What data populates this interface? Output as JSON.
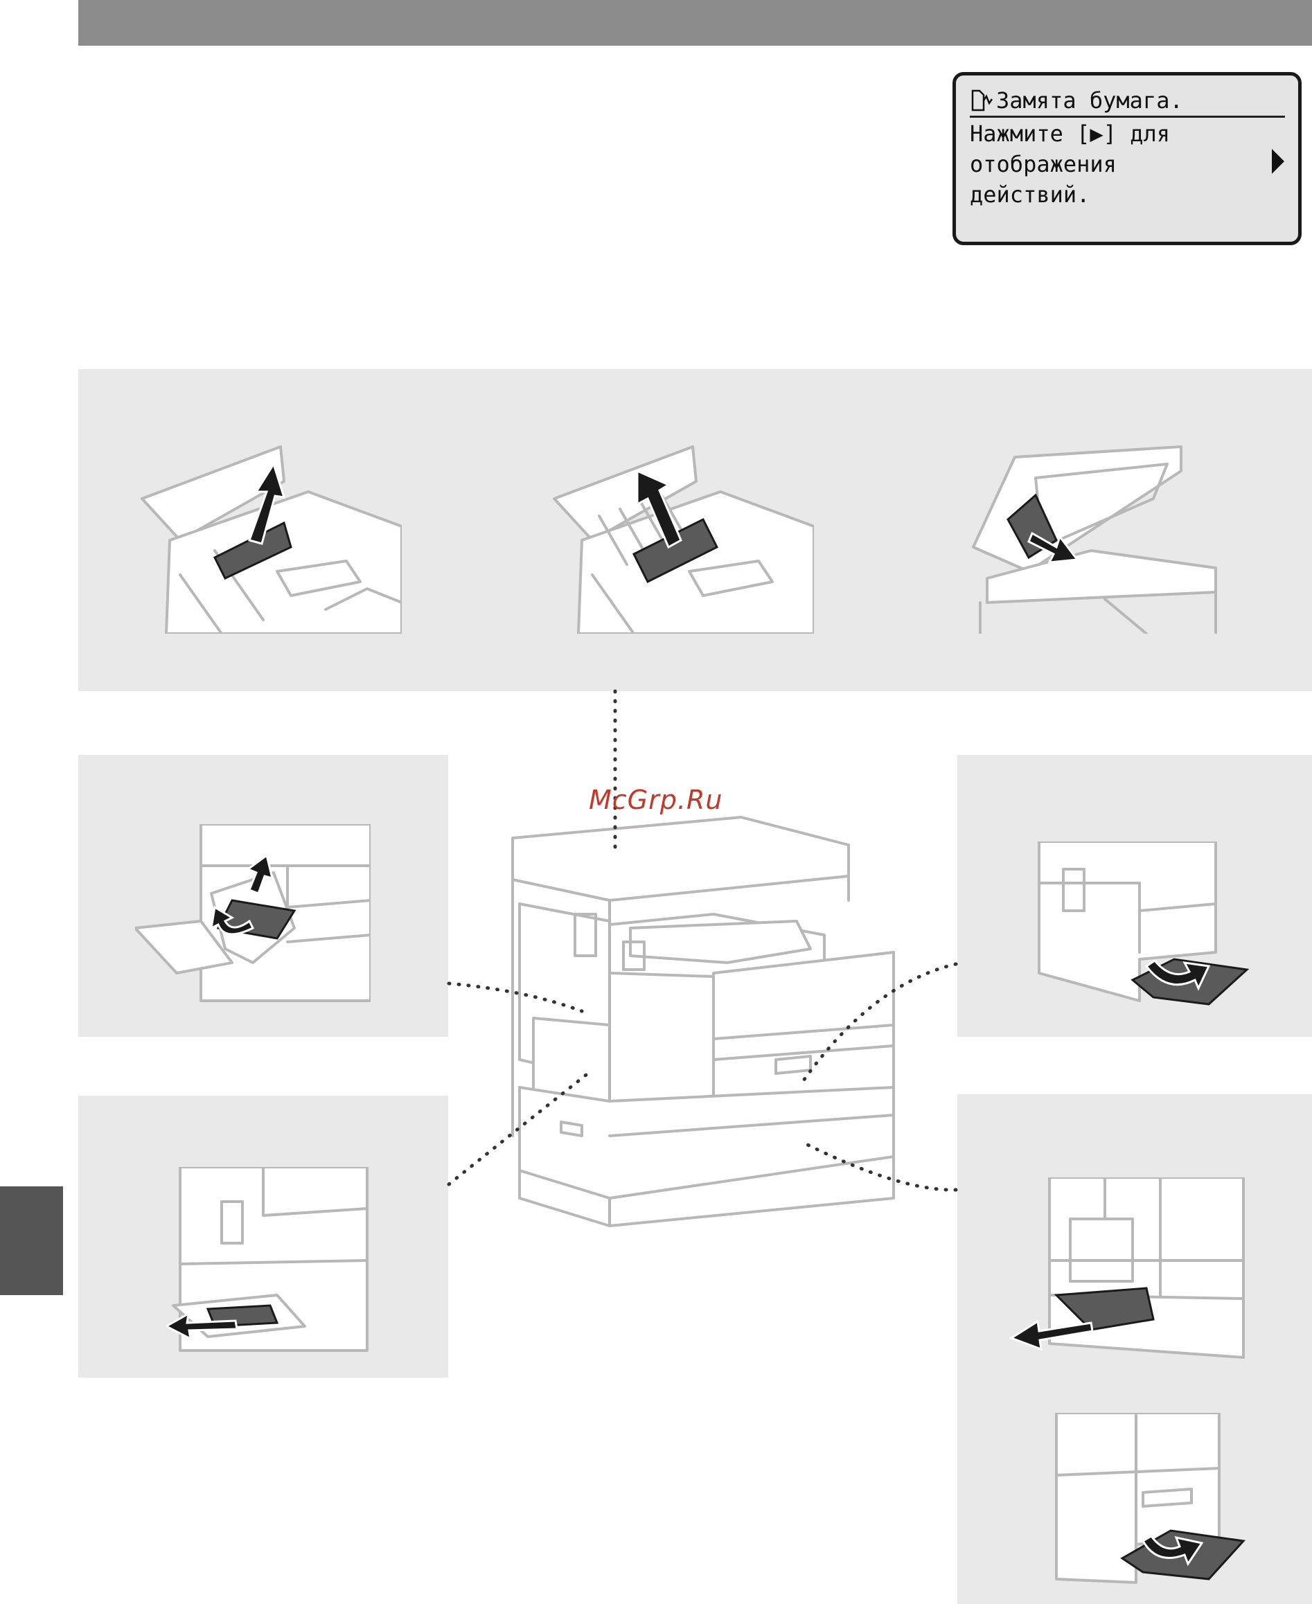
{
  "lcd": {
    "title": "Замята бумага.",
    "lines": [
      "Нажмите [▶] для",
      "отображения",
      "действий."
    ],
    "icon": "paper-jam-icon",
    "arrow_icon": "right-arrow-icon"
  },
  "watermark": "McGrp.Ru",
  "colors": {
    "header_bar": "#8c8c8c",
    "panel_bg": "#e9e9e9",
    "side_tab": "#555555"
  }
}
